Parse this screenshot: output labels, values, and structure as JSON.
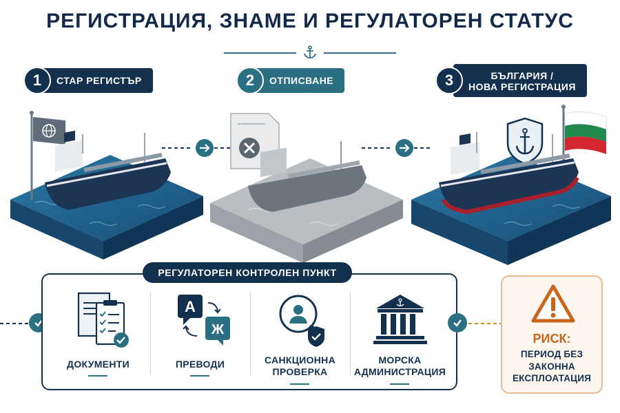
{
  "title": "РЕГИСТРАЦИЯ, ЗНАМЕ И РЕГУЛАТОРЕН СТАТУС",
  "steps": [
    {
      "number": "1",
      "label": "СТАР РЕГИСТЪР"
    },
    {
      "number": "2",
      "label": "ОТПИСВАНЕ"
    },
    {
      "number": "3",
      "label_line1": "БЪЛГАРИЯ /",
      "label_line2": "НОВА РЕГИСТРАЦИЯ"
    }
  ],
  "checkpoint": {
    "title": "РЕГУЛАТОРЕН КОНТРОЛЕН ПУНКТ",
    "items": [
      {
        "label_line1": "ДОКУМЕНТИ",
        "label_line2": "",
        "icon": "documents-checklist-icon"
      },
      {
        "label_line1": "ПРЕВОДИ",
        "label_line2": "",
        "icon": "translation-icon",
        "glyph_a": "A",
        "glyph_b": "Ж"
      },
      {
        "label_line1": "САНКЦИОННА",
        "label_line2": "ПРОВЕРКА",
        "icon": "sanctions-search-icon"
      },
      {
        "label_line1": "МОРСКА",
        "label_line2": "АДМИНИСТРАЦИЯ",
        "icon": "maritime-authority-building-icon"
      }
    ]
  },
  "risk": {
    "title": "РИСК:",
    "line1": "ПЕРИОД БЕЗ",
    "line2": "ЗАКОННА",
    "line3": "ЕКСПЛОАТАЦИЯ",
    "icon": "warning-icon"
  },
  "colors": {
    "navy": "#14304f",
    "teal": "#2b6f82",
    "sea": "#1d5a86",
    "risk_orange": "#d98a2f",
    "flag_white": "#ffffff",
    "flag_green": "#1f8a4c",
    "flag_red": "#d22630"
  }
}
